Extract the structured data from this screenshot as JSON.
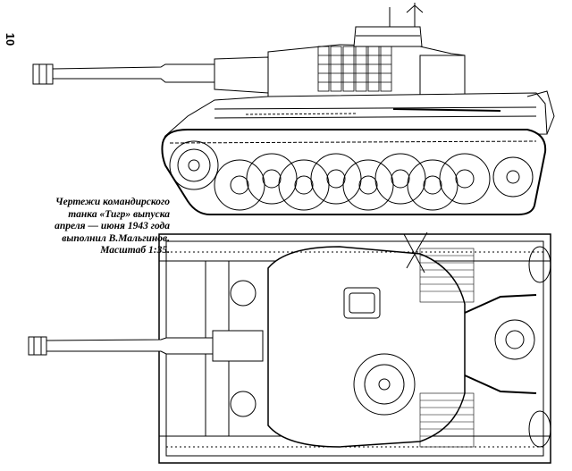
{
  "page": {
    "number": "10",
    "caption_lines": [
      "Чертежи командирского",
      "танка «Тигр» выпуска",
      "апреля — июня 1943 года",
      "выполнил В.Мальгинов.",
      "Масштаб 1:35."
    ]
  },
  "drawings": {
    "side_view": {
      "road_wheels_visible": 8
    },
    "top_view": {
      "view": "plan"
    }
  }
}
